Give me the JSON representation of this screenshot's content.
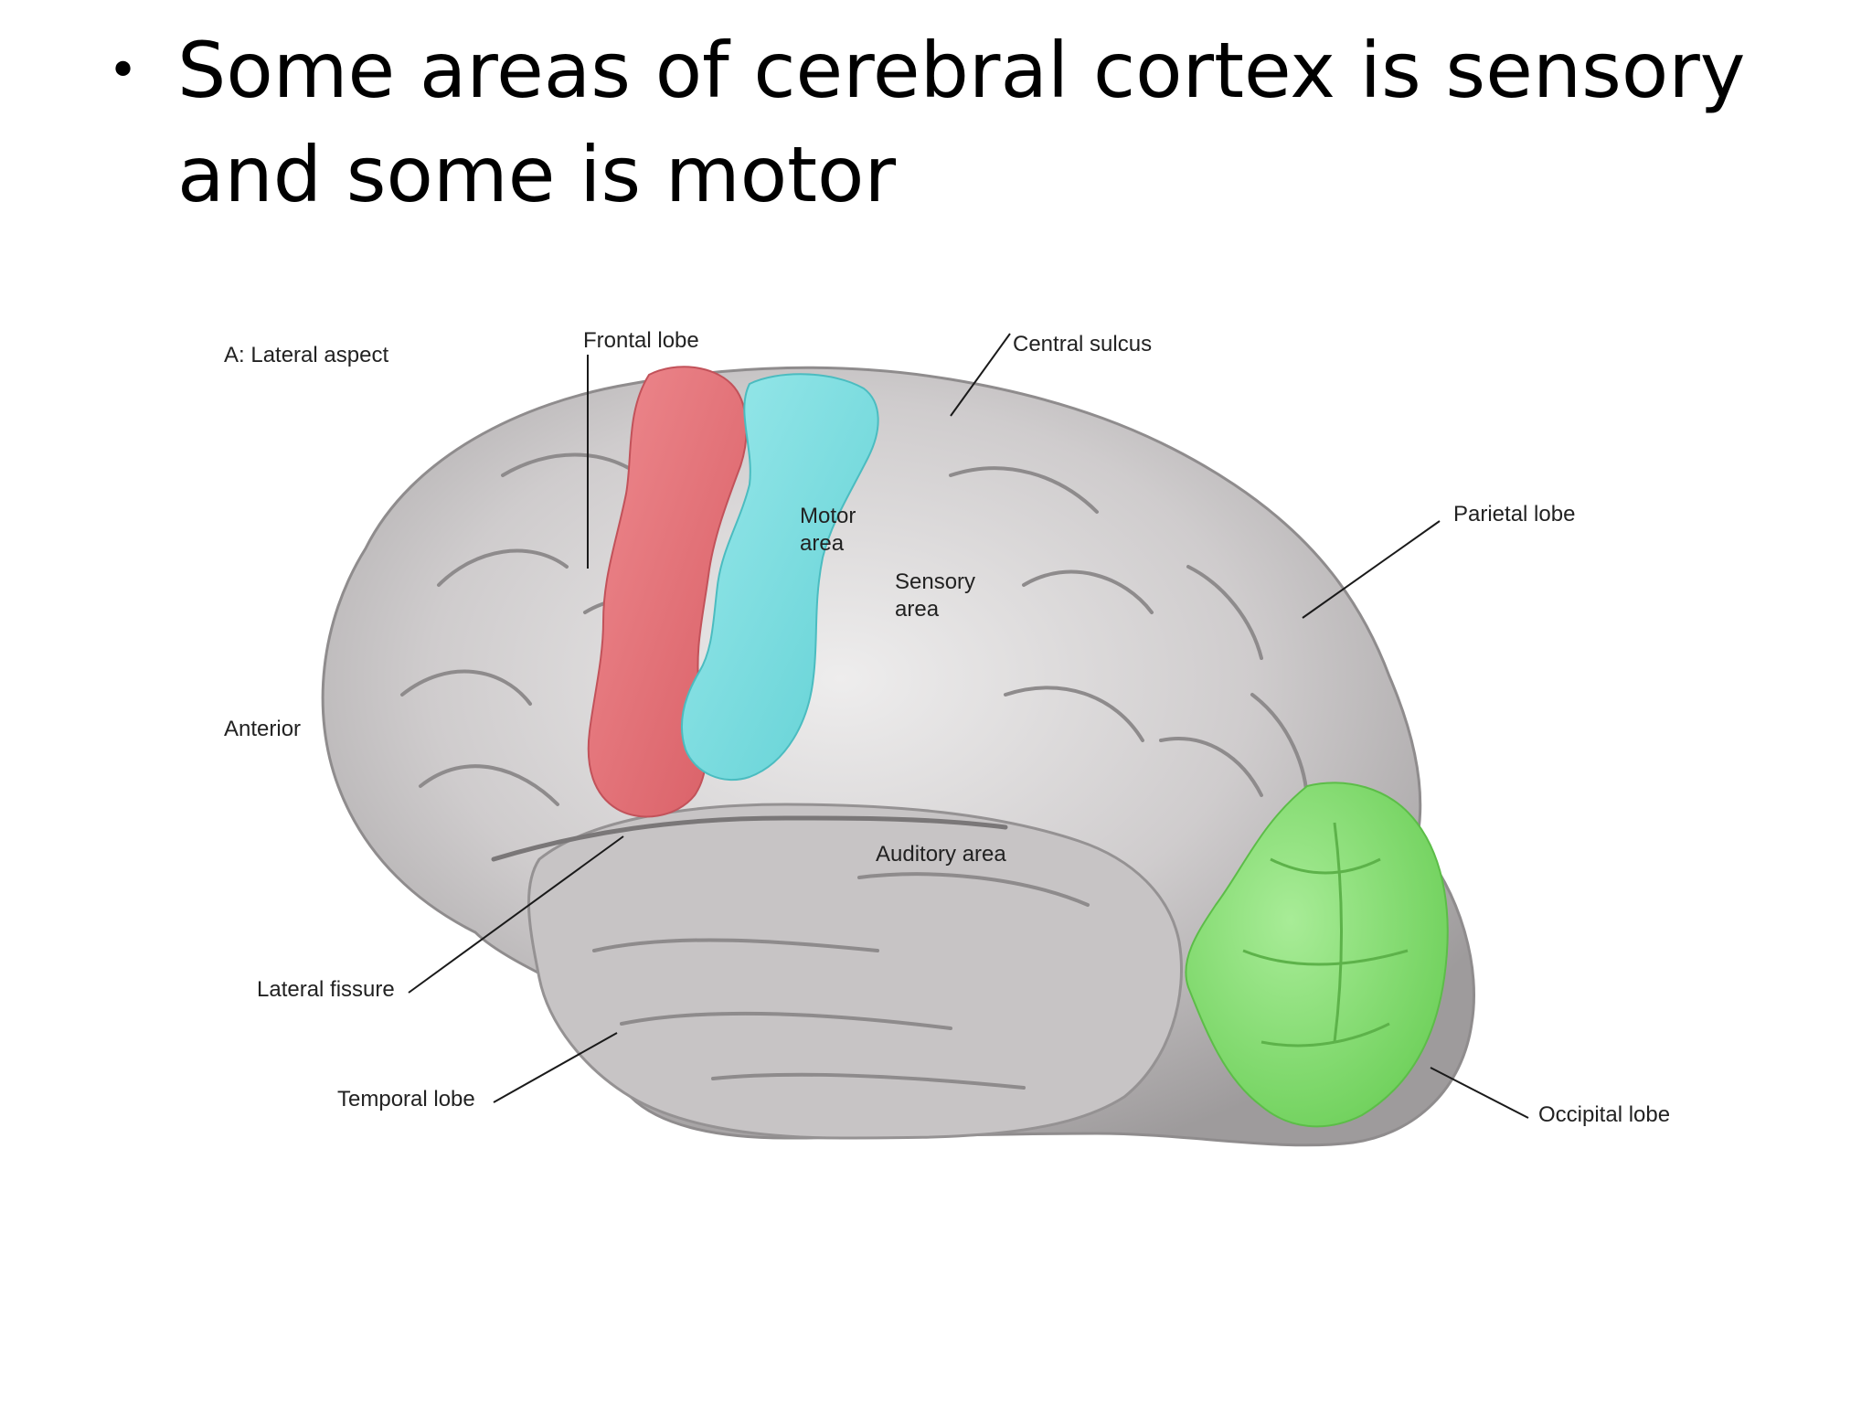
{
  "slide": {
    "bullet_text": "Some areas of cerebral cortex is sensory and some is motor"
  },
  "figure": {
    "panel_label": "A: Lateral aspect",
    "labels": {
      "frontal_lobe": "Frontal lobe",
      "central_sulcus": "Central sulcus",
      "parietal_lobe": "Parietal lobe",
      "anterior": "Anterior",
      "motor_area_line1": "Motor",
      "motor_area_line2": "area",
      "sensory_area_line1": "Sensory",
      "sensory_area_line2": "area",
      "auditory_area": "Auditory area",
      "lateral_fissure": "Lateral fissure",
      "temporal_lobe": "Temporal lobe",
      "occipital_lobe": "Occipital lobe"
    },
    "colors": {
      "brain": "#c9c6c7",
      "brain_shadow": "#9c9a9b",
      "brain_highlight": "#ecebeb",
      "motor_area": "#e36b71",
      "sensory_area": "#79dde0",
      "occipital_lobe": "#8fe07c",
      "leader_line": "#1a1a1a"
    }
  }
}
